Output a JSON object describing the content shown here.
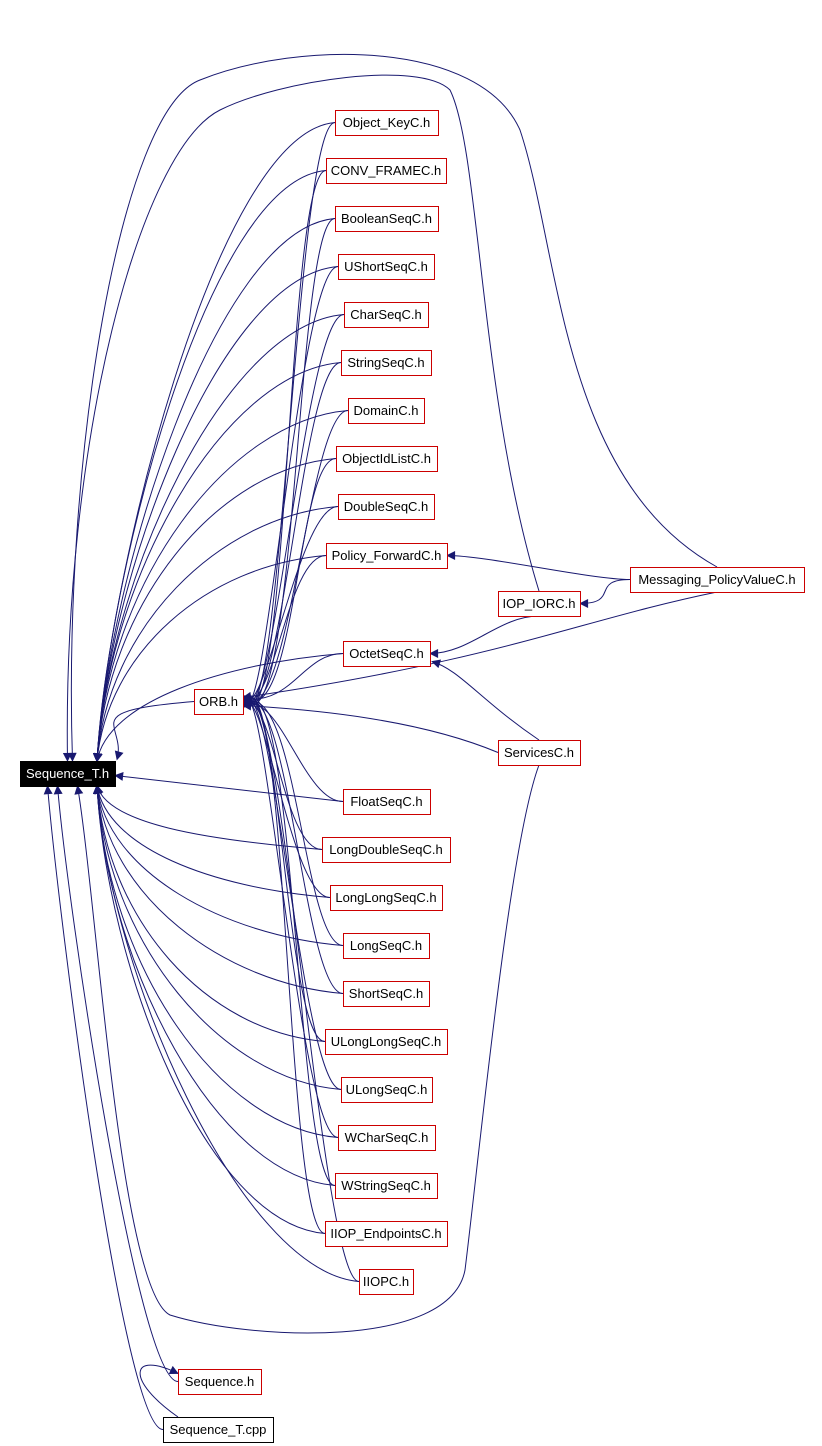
{
  "graph": {
    "root": "sequence-t-h",
    "colors": {
      "edge": "#191970",
      "node_border_red": "#cc0000",
      "node_border_black": "#000000",
      "root_fill": "#000000",
      "root_text": "#ffffff",
      "node_fill": "#ffffff",
      "node_text": "#000000"
    },
    "nodes": [
      {
        "id": "sequence-t-h",
        "label": "Sequence_T.h",
        "style": "root"
      },
      {
        "id": "object-keyc-h",
        "label": "Object_KeyC.h",
        "style": "red"
      },
      {
        "id": "conv-framec-h",
        "label": "CONV_FRAMEC.h",
        "style": "red"
      },
      {
        "id": "booleanseqc-h",
        "label": "BooleanSeqC.h",
        "style": "red"
      },
      {
        "id": "ushortseqc-h",
        "label": "UShortSeqC.h",
        "style": "red"
      },
      {
        "id": "charseqc-h",
        "label": "CharSeqC.h",
        "style": "red"
      },
      {
        "id": "stringseqc-h",
        "label": "StringSeqC.h",
        "style": "red"
      },
      {
        "id": "domainc-h",
        "label": "DomainC.h",
        "style": "red"
      },
      {
        "id": "objectidlistc-h",
        "label": "ObjectIdListC.h",
        "style": "red"
      },
      {
        "id": "doubleseqc-h",
        "label": "DoubleSeqC.h",
        "style": "red"
      },
      {
        "id": "policy-forwardc-h",
        "label": "Policy_ForwardC.h",
        "style": "red"
      },
      {
        "id": "messaging-policyvaluec-h",
        "label": "Messaging_PolicyValueC.h",
        "style": "red"
      },
      {
        "id": "iop-iorc-h",
        "label": "IOP_IORC.h",
        "style": "red"
      },
      {
        "id": "octetseqc-h",
        "label": "OctetSeqC.h",
        "style": "red"
      },
      {
        "id": "orb-h",
        "label": "ORB.h",
        "style": "red"
      },
      {
        "id": "servicesc-h",
        "label": "ServicesC.h",
        "style": "red"
      },
      {
        "id": "floatseqc-h",
        "label": "FloatSeqC.h",
        "style": "red"
      },
      {
        "id": "longdoubleseqc-h",
        "label": "LongDoubleSeqC.h",
        "style": "red"
      },
      {
        "id": "longlongseqc-h",
        "label": "LongLongSeqC.h",
        "style": "red"
      },
      {
        "id": "longseqc-h",
        "label": "LongSeqC.h",
        "style": "red"
      },
      {
        "id": "shortseqc-h",
        "label": "ShortSeqC.h",
        "style": "red"
      },
      {
        "id": "ulonglongseqc-h",
        "label": "ULongLongSeqC.h",
        "style": "red"
      },
      {
        "id": "ulongseqc-h",
        "label": "ULongSeqC.h",
        "style": "red"
      },
      {
        "id": "wcharseqc-h",
        "label": "WCharSeqC.h",
        "style": "red"
      },
      {
        "id": "wstringseqc-h",
        "label": "WStringSeqC.h",
        "style": "red"
      },
      {
        "id": "iiop-endpointsc-h",
        "label": "IIOP_EndpointsC.h",
        "style": "red"
      },
      {
        "id": "iiopc-h",
        "label": "IIOPC.h",
        "style": "red"
      },
      {
        "id": "sequence-h",
        "label": "Sequence.h",
        "style": "red"
      },
      {
        "id": "sequence-t-cpp",
        "label": "Sequence_T.cpp",
        "style": "black"
      }
    ],
    "edges": [
      {
        "from": "object-keyc-h",
        "to": "sequence-t-h"
      },
      {
        "from": "conv-framec-h",
        "to": "sequence-t-h"
      },
      {
        "from": "booleanseqc-h",
        "to": "sequence-t-h"
      },
      {
        "from": "ushortseqc-h",
        "to": "sequence-t-h"
      },
      {
        "from": "charseqc-h",
        "to": "sequence-t-h"
      },
      {
        "from": "stringseqc-h",
        "to": "sequence-t-h"
      },
      {
        "from": "domainc-h",
        "to": "sequence-t-h"
      },
      {
        "from": "objectidlistc-h",
        "to": "sequence-t-h"
      },
      {
        "from": "doubleseqc-h",
        "to": "sequence-t-h"
      },
      {
        "from": "policy-forwardc-h",
        "to": "sequence-t-h"
      },
      {
        "from": "messaging-policyvaluec-h",
        "to": "sequence-t-h"
      },
      {
        "from": "iop-iorc-h",
        "to": "sequence-t-h"
      },
      {
        "from": "octetseqc-h",
        "to": "sequence-t-h"
      },
      {
        "from": "orb-h",
        "to": "sequence-t-h"
      },
      {
        "from": "servicesc-h",
        "to": "sequence-t-h"
      },
      {
        "from": "floatseqc-h",
        "to": "sequence-t-h"
      },
      {
        "from": "longdoubleseqc-h",
        "to": "sequence-t-h"
      },
      {
        "from": "longlongseqc-h",
        "to": "sequence-t-h"
      },
      {
        "from": "longseqc-h",
        "to": "sequence-t-h"
      },
      {
        "from": "shortseqc-h",
        "to": "sequence-t-h"
      },
      {
        "from": "ulonglongseqc-h",
        "to": "sequence-t-h"
      },
      {
        "from": "ulongseqc-h",
        "to": "sequence-t-h"
      },
      {
        "from": "wcharseqc-h",
        "to": "sequence-t-h"
      },
      {
        "from": "wstringseqc-h",
        "to": "sequence-t-h"
      },
      {
        "from": "iiop-endpointsc-h",
        "to": "sequence-t-h"
      },
      {
        "from": "iiopc-h",
        "to": "sequence-t-h"
      },
      {
        "from": "sequence-h",
        "to": "sequence-t-h"
      },
      {
        "from": "sequence-t-cpp",
        "to": "sequence-t-h"
      },
      {
        "from": "sequence-t-cpp",
        "to": "sequence-h"
      },
      {
        "from": "object-keyc-h",
        "to": "orb-h"
      },
      {
        "from": "conv-framec-h",
        "to": "orb-h"
      },
      {
        "from": "booleanseqc-h",
        "to": "orb-h"
      },
      {
        "from": "ushortseqc-h",
        "to": "orb-h"
      },
      {
        "from": "charseqc-h",
        "to": "orb-h"
      },
      {
        "from": "stringseqc-h",
        "to": "orb-h"
      },
      {
        "from": "domainc-h",
        "to": "orb-h"
      },
      {
        "from": "objectidlistc-h",
        "to": "orb-h"
      },
      {
        "from": "doubleseqc-h",
        "to": "orb-h"
      },
      {
        "from": "policy-forwardc-h",
        "to": "orb-h"
      },
      {
        "from": "octetseqc-h",
        "to": "orb-h"
      },
      {
        "from": "messaging-policyvaluec-h",
        "to": "orb-h"
      },
      {
        "from": "servicesc-h",
        "to": "orb-h"
      },
      {
        "from": "floatseqc-h",
        "to": "orb-h"
      },
      {
        "from": "longdoubleseqc-h",
        "to": "orb-h"
      },
      {
        "from": "longlongseqc-h",
        "to": "orb-h"
      },
      {
        "from": "longseqc-h",
        "to": "orb-h"
      },
      {
        "from": "shortseqc-h",
        "to": "orb-h"
      },
      {
        "from": "ulonglongseqc-h",
        "to": "orb-h"
      },
      {
        "from": "ulongseqc-h",
        "to": "orb-h"
      },
      {
        "from": "wcharseqc-h",
        "to": "orb-h"
      },
      {
        "from": "wstringseqc-h",
        "to": "orb-h"
      },
      {
        "from": "iiop-endpointsc-h",
        "to": "orb-h"
      },
      {
        "from": "iiopc-h",
        "to": "orb-h"
      },
      {
        "from": "messaging-policyvaluec-h",
        "to": "policy-forwardc-h"
      },
      {
        "from": "messaging-policyvaluec-h",
        "to": "iop-iorc-h"
      },
      {
        "from": "iop-iorc-h",
        "to": "octetseqc-h"
      },
      {
        "from": "servicesc-h",
        "to": "octetseqc-h"
      }
    ]
  }
}
